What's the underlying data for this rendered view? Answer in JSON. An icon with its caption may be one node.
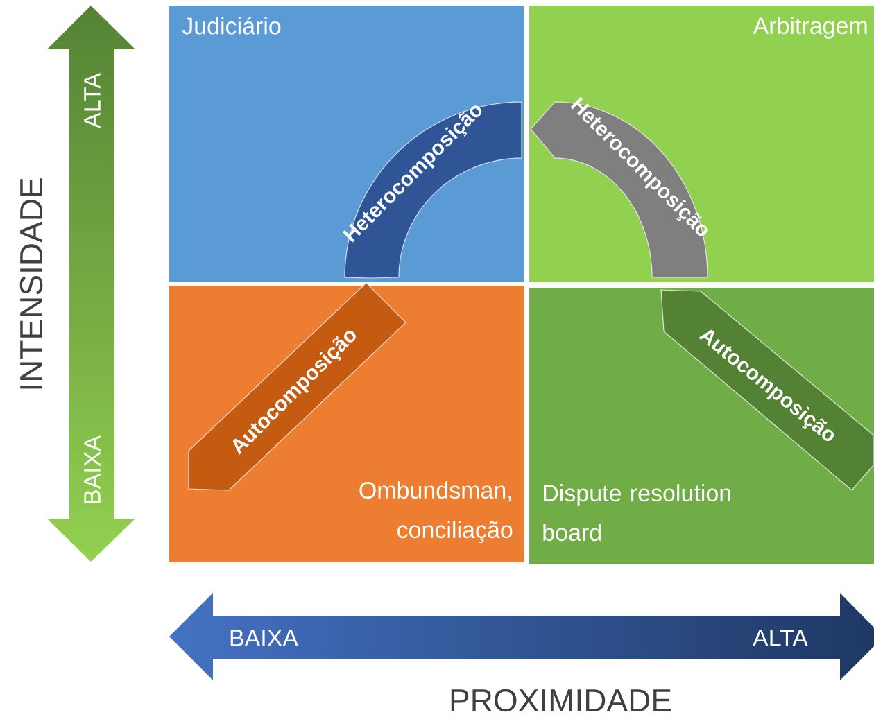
{
  "diagram": {
    "nodes": [
      {
        "text": [
          "Judiciário"
        ]
      },
      {
        "text": [
          "Arbitragem"
        ]
      },
      {
        "text": [
          "Ombundsman, conciliação"
        ]
      },
      {
        "text": [
          "Dispute resolution board"
        ]
      },
      {
        "text": [
          "Heterocomposição"
        ],
        "in": 0
      },
      {
        "text": [
          "Heterocomposição"
        ],
        "in": 1
      },
      {
        "text": [
          "Autocomposição"
        ],
        "in": 2
      },
      {
        "text": [
          "Autocomposição"
        ],
        "in": 3
      }
    ],
    "labels": [
      "ALTA",
      "BAIXA",
      "INTENSIDADE",
      "BAIXA",
      "ALTA",
      "PROXIMIDADE"
    ]
  }
}
